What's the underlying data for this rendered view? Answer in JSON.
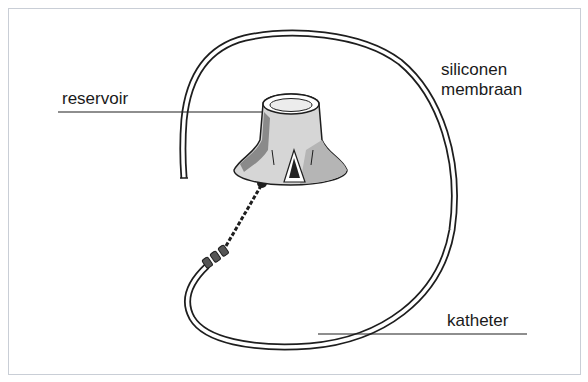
{
  "diagram": {
    "labels": [
      "reservoir",
      "siliconen membraan",
      "katheter"
    ]
  }
}
